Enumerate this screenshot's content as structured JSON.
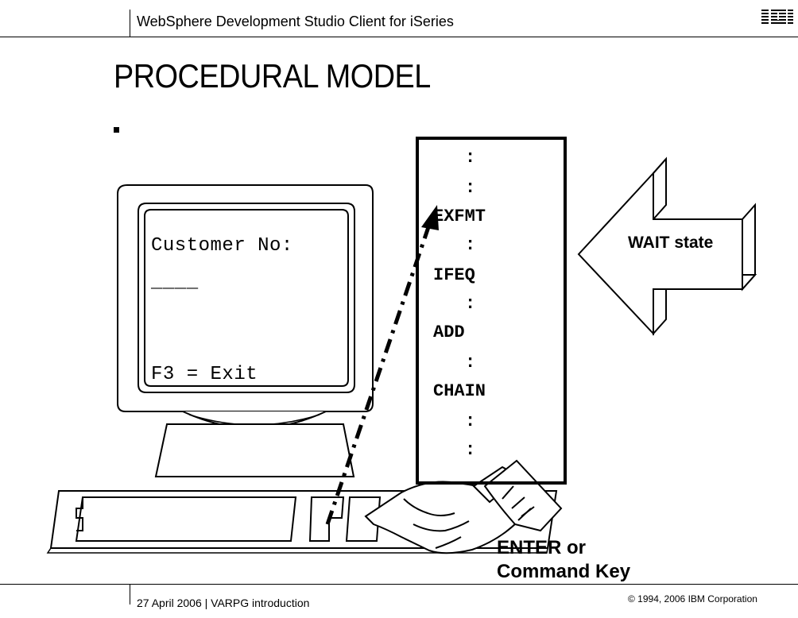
{
  "header": {
    "title": "WebSphere Development Studio Client for iSeries",
    "logo_text": "IBM"
  },
  "slide": {
    "title": "PROCEDURAL MODEL"
  },
  "terminal": {
    "field_label": "Customer No:",
    "field_placeholder": "____",
    "function_key": "F3 = Exit"
  },
  "program": {
    "lines": [
      ":",
      ":",
      "EXFMT",
      ":",
      "IFEQ",
      ":",
      "ADD",
      ":",
      "CHAIN",
      ":",
      ":"
    ]
  },
  "wait_arrow": {
    "label": "WAIT state"
  },
  "key_label": {
    "line1": "ENTER or",
    "line2": "Command Key"
  },
  "footer": {
    "date_and_title": "27 April 2006  |  VARPG introduction",
    "copyright": "© 1994, 2006 IBM Corporation"
  }
}
